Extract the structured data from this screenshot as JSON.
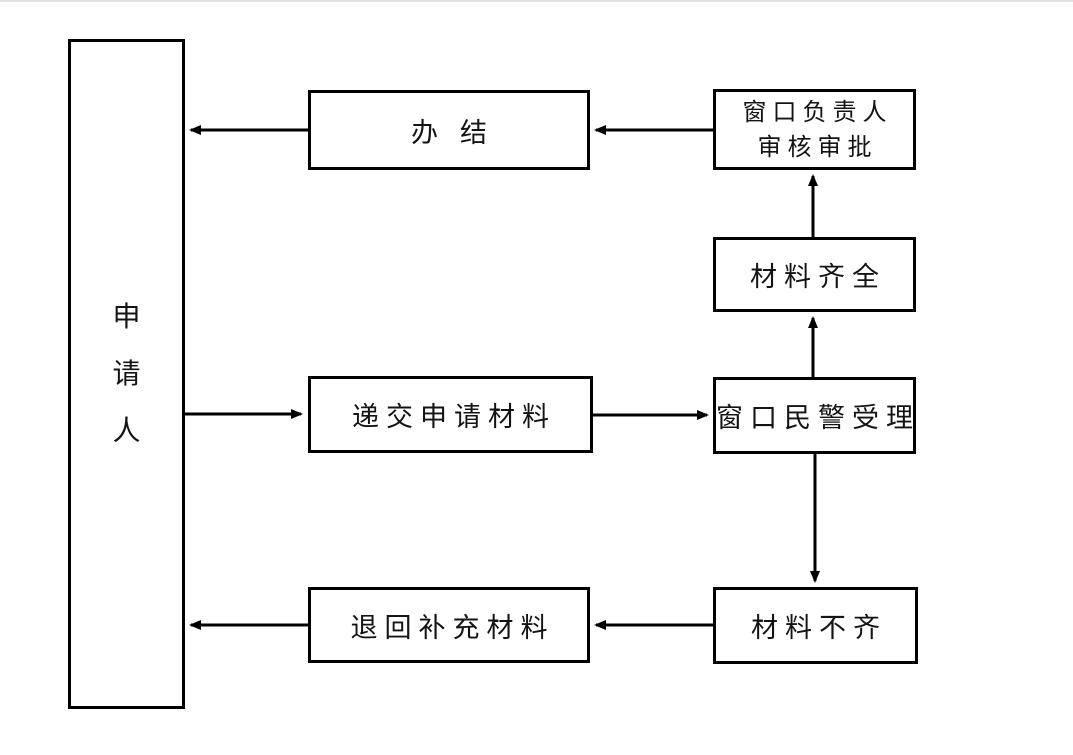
{
  "diagram": {
    "title": "application-processing-flowchart",
    "background_color": "#ffffff",
    "line_color": "#000000",
    "nodes": [
      {
        "id": "applicant",
        "label": "申请人",
        "chars": [
          "申",
          "请",
          "人"
        ],
        "orientation": "vertical"
      },
      {
        "id": "complete",
        "label": "办结"
      },
      {
        "id": "supervisor-review",
        "label": "窗口负责人审核审批",
        "line1": "窗口负责人",
        "line2": "审核审批"
      },
      {
        "id": "materials-complete",
        "label": "材料齐全"
      },
      {
        "id": "submit-materials",
        "label": "递交申请材料"
      },
      {
        "id": "police-accept",
        "label": "窗口民警受理"
      },
      {
        "id": "return-supplement",
        "label": "退回补充材料"
      },
      {
        "id": "materials-incomplete",
        "label": "材料不齐"
      }
    ],
    "edges": [
      {
        "from": "申请人",
        "to": "递交申请材料",
        "direction": "right"
      },
      {
        "from": "递交申请材料",
        "to": "窗口民警受理",
        "direction": "right"
      },
      {
        "from": "窗口民警受理",
        "to": "材料齐全",
        "direction": "up"
      },
      {
        "from": "材料齐全",
        "to": "窗口负责人审核审批",
        "direction": "up"
      },
      {
        "from": "窗口负责人审核审批",
        "to": "办结",
        "direction": "left"
      },
      {
        "from": "办结",
        "to": "申请人",
        "direction": "left"
      },
      {
        "from": "窗口民警受理",
        "to": "材料不齐",
        "direction": "down"
      },
      {
        "from": "材料不齐",
        "to": "退回补充材料",
        "direction": "left"
      },
      {
        "from": "退回补充材料",
        "to": "申请人",
        "direction": "left"
      }
    ]
  }
}
